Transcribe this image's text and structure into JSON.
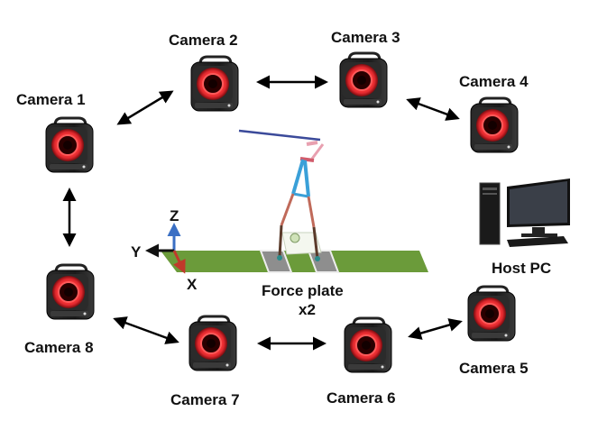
{
  "cameras": [
    {
      "label": "Camera 1"
    },
    {
      "label": "Camera 2"
    },
    {
      "label": "Camera 3"
    },
    {
      "label": "Camera 4"
    },
    {
      "label": "Camera 5"
    },
    {
      "label": "Camera 6"
    },
    {
      "label": "Camera 7"
    },
    {
      "label": "Camera 8"
    }
  ],
  "host_pc": {
    "label": "Host PC"
  },
  "force_plate": {
    "line1": "Force plate",
    "line2": "x2"
  },
  "axes": {
    "z": "Z",
    "y": "Y",
    "x": "X"
  },
  "colors": {
    "camera_body": "#1c1c1c",
    "camera_lens_ring": "#e0282e",
    "floor_mat": "#6b9b3a",
    "force_plate": "#8a8a8a",
    "axis_z": "#3a6fc4",
    "axis_y": "#111111",
    "axis_x": "#c0392b",
    "arrow": "#000000"
  }
}
